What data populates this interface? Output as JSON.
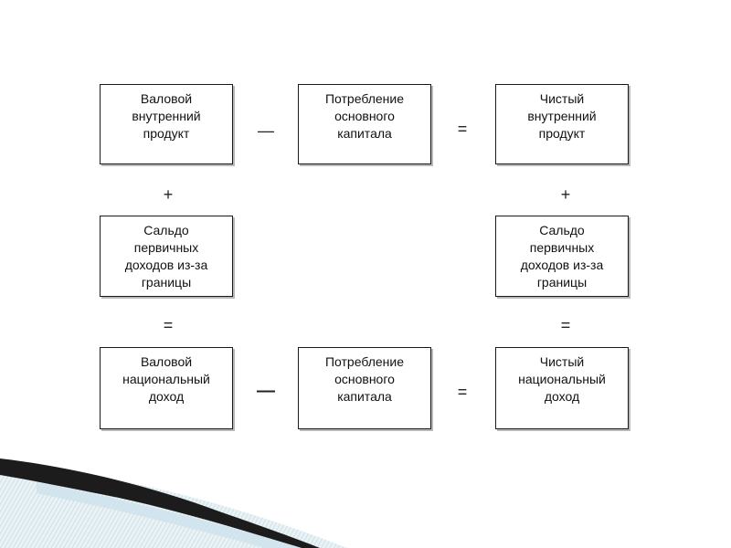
{
  "boxes": {
    "gdp": "Валовой\nвнутренний\nпродукт",
    "ccf_top": "Потребление\nосновного\nкапитала",
    "ndp": "Чистый\nвнутренний\nпродукт",
    "balance_left": "Сальдо\nпервичных\nдоходов из-за\nграницы",
    "balance_right": "Сальдо\nпервичных\nдоходов из-за\nграницы",
    "gni": "Валовой\nнациональный\nдоход",
    "ccf_bottom": "Потребление\nосновного\nкапитала",
    "nni": "Чистый\nнациональный\nдоход"
  },
  "operators": {
    "minus_top": "—",
    "equals_top": "=",
    "plus_left": "+",
    "plus_right": "+",
    "equals_left": "=",
    "equals_right": "=",
    "minus_bottom": "—",
    "equals_bottom": "="
  },
  "colors": {
    "border": "#1a1a1a",
    "shadow": "#b8b8b8",
    "decor_dark": "#1c1c1c",
    "decor_light": "#cfe3ec"
  }
}
